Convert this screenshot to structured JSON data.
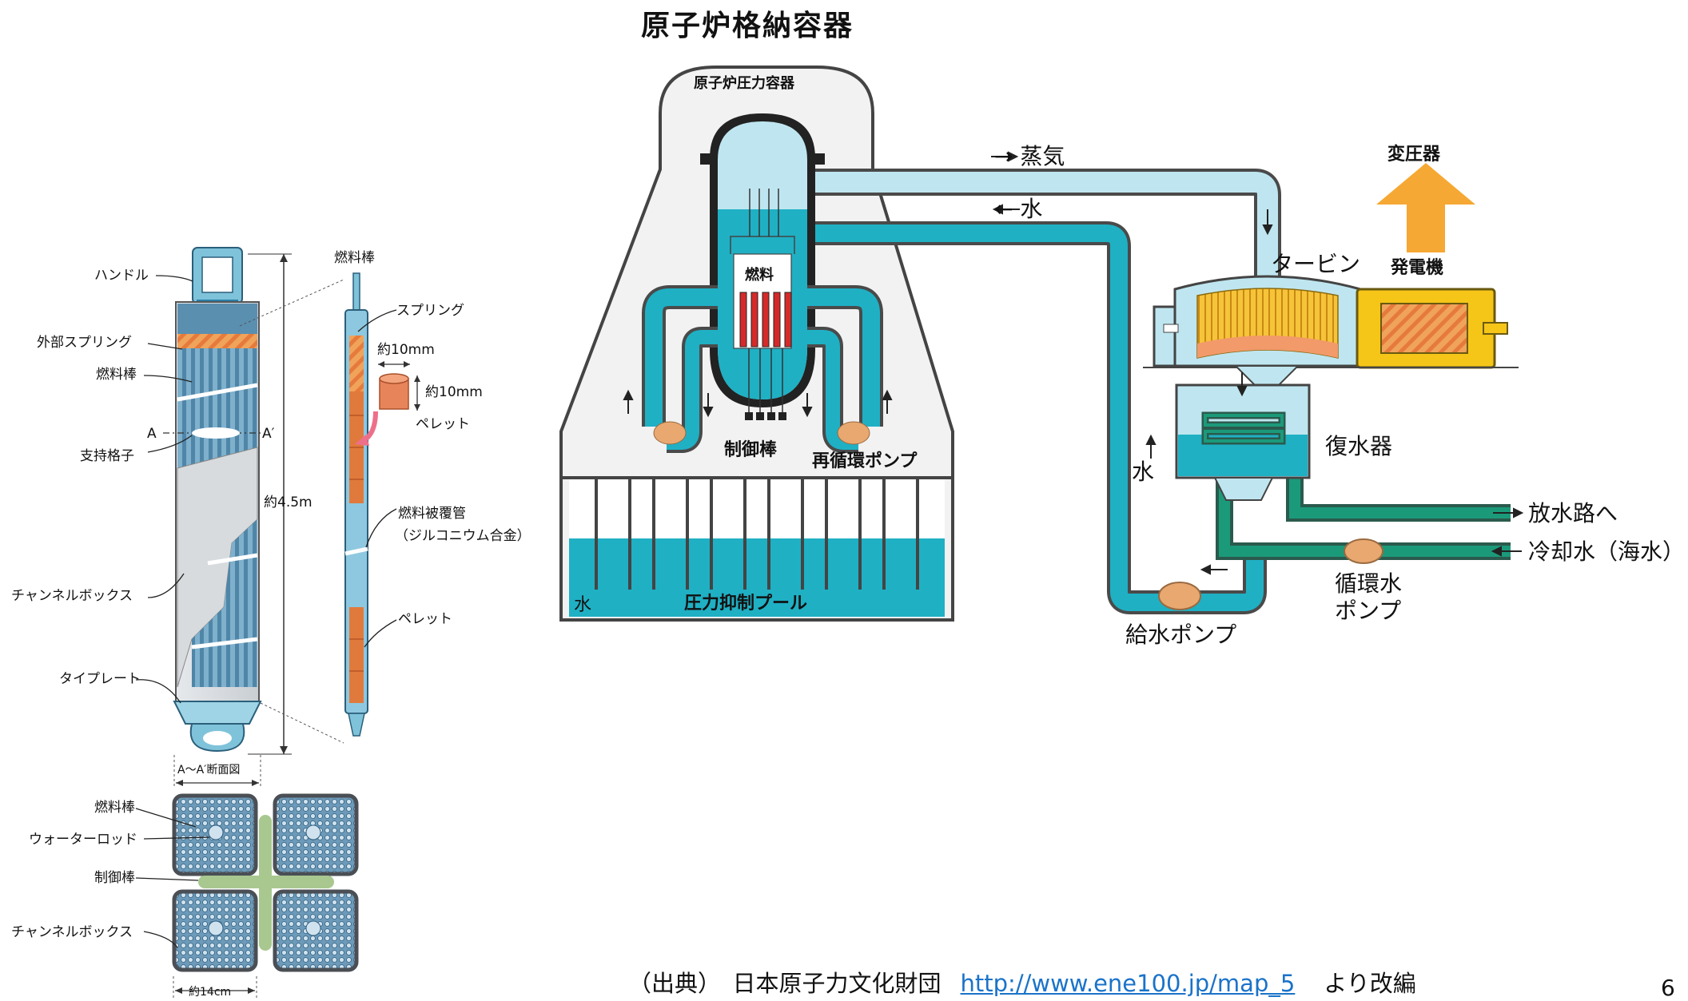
{
  "colors": {
    "water": "#1fb0c4",
    "vessel_light": "#bfe6f0",
    "pipe_stroke": "#4a4a4a",
    "fuel_red": "#d62a2a",
    "generator_yellow": "#f5c518",
    "arrow_orange": "#f5a833",
    "condenser_green": "#1b9a7a",
    "pump_tan": "#e8a870",
    "channel_gray": "#d9dde0",
    "rod_blue": "#5b8fb0",
    "control_rod_green": "#a8c890"
  },
  "fuel_assembly": {
    "labels": {
      "handle": "ハンドル",
      "outer_spring": "外部スプリング",
      "fuel_rod": "燃料棒",
      "support_grid": "支持格子",
      "channel_box": "チャンネルボックス",
      "tie_plate": "タイプレート",
      "section_a": "A",
      "section_a_prime": "A′",
      "height": "約4.5m",
      "section_caption": "A～A′断面図",
      "width": "約14cm"
    },
    "rod_detail": {
      "title": "燃料棒",
      "spring": "スプリング",
      "pellet_width": "約10mm",
      "pellet_height": "約10mm",
      "pellet": "ペレット",
      "cladding_line1": "燃料被覆管",
      "cladding_line2": "（ジルコニウム合金）",
      "pellet2": "ペレット"
    },
    "cross_section_labels": {
      "fuel_rod": "燃料棒",
      "water_rod": "ウォーターロッド",
      "control_rod": "制御棒",
      "channel_box": "チャンネルボックス"
    }
  },
  "plant": {
    "title": "原子炉格納容器",
    "pressure_vessel": "原子炉圧力容器",
    "fuel": "燃料",
    "control_rod": "制御棒",
    "recirc_pump": "再循環ポンプ",
    "pool_water": "水",
    "suppression_pool": "圧力抑制プール",
    "steam": "→ 蒸気",
    "water_return": "← 水",
    "turbine": "タービン",
    "transformer": "変圧器",
    "generator": "発電機",
    "condenser": "復水器",
    "water_up": "水",
    "discharge": "放水路へ",
    "cooling_water": "冷却水（海水）",
    "circ_pump_line1": "循環水",
    "circ_pump_line2": "ポンプ",
    "feed_pump": "給水ポンプ"
  },
  "source": {
    "prefix": "（出典）　日本原子力文化財団",
    "link": "http://www.ene100.jp/map_5",
    "suffix": "より改編"
  },
  "page_number": "6"
}
